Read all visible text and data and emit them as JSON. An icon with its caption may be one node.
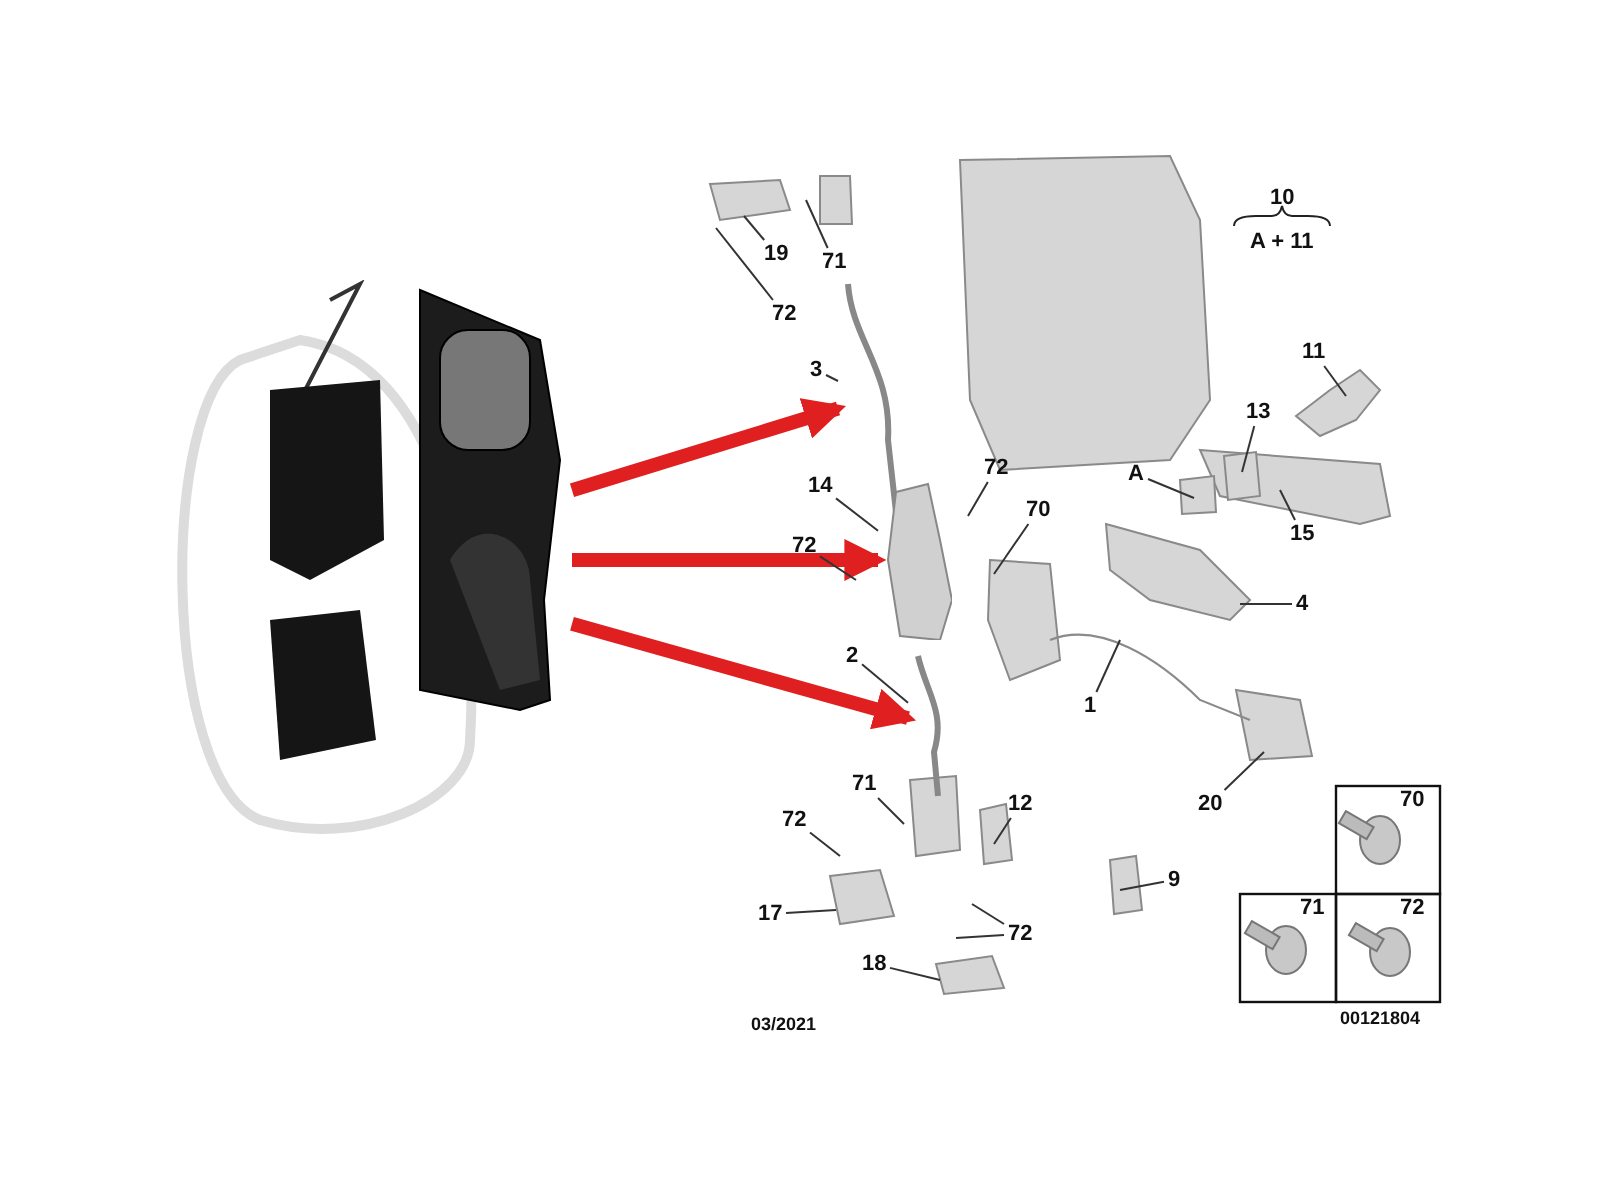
{
  "diagram": {
    "nodes": [
      {
        "text": [],
        "shape": "picture"
      },
      {
        "text": [],
        "shape": "picture"
      },
      {
        "text": [],
        "shape": "picture"
      },
      {
        "text": [],
        "shape": "picture"
      },
      {
        "text": [
          "19"
        ]
      },
      {
        "text": [
          "71"
        ]
      },
      {
        "text": [
          "72"
        ]
      },
      {
        "text": [
          "3"
        ]
      },
      {
        "text": [
          "14"
        ]
      },
      {
        "text": [
          "72"
        ]
      },
      {
        "text": [
          "72"
        ]
      },
      {
        "text": [
          "70"
        ]
      },
      {
        "text": [
          "A"
        ]
      },
      {
        "text": [
          "13"
        ]
      },
      {
        "text": [
          "11"
        ]
      },
      {
        "text": [
          "15"
        ]
      },
      {
        "text": [
          "4"
        ]
      },
      {
        "text": [
          "1"
        ]
      },
      {
        "text": [
          "2"
        ]
      },
      {
        "text": [
          "20"
        ]
      },
      {
        "text": [
          "71"
        ]
      },
      {
        "text": [
          "72"
        ]
      },
      {
        "text": [
          "12"
        ]
      },
      {
        "text": [
          "17"
        ]
      },
      {
        "text": [
          "72"
        ]
      },
      {
        "text": [
          "9"
        ]
      },
      {
        "text": [
          "18"
        ]
      }
    ],
    "edges": [
      {
        "from": 0,
        "to": 1,
        "arrow": "to",
        "style": "thick",
        "color": "#e02020"
      },
      {
        "from": 0,
        "to": 2,
        "arrow": "to",
        "style": "thick",
        "color": "#e02020"
      },
      {
        "from": 0,
        "to": 3,
        "arrow": "to",
        "style": "thick",
        "color": "#e02020"
      },
      {
        "from": 4,
        "to": null,
        "arrow": "none"
      },
      {
        "from": 5,
        "to": null,
        "arrow": "none"
      },
      {
        "from": 6,
        "to": null,
        "arrow": "none"
      },
      {
        "from": 7,
        "to": 1,
        "arrow": "none"
      },
      {
        "from": 8,
        "to": 2,
        "arrow": "none"
      },
      {
        "from": 9,
        "to": null,
        "arrow": "none"
      },
      {
        "from": 10,
        "to": null,
        "arrow": "none"
      },
      {
        "from": 11,
        "to": null,
        "arrow": "none"
      },
      {
        "from": 12,
        "to": null,
        "arrow": "none"
      },
      {
        "from": 13,
        "to": null,
        "arrow": "none"
      },
      {
        "from": 14,
        "to": null,
        "arrow": "none"
      },
      {
        "from": 15,
        "to": null,
        "arrow": "none"
      },
      {
        "from": 16,
        "to": null,
        "arrow": "none"
      },
      {
        "from": 17,
        "to": null,
        "arrow": "none"
      },
      {
        "from": 18,
        "to": 3,
        "arrow": "none"
      },
      {
        "from": 19,
        "to": null,
        "arrow": "none"
      },
      {
        "from": 20,
        "to": null,
        "arrow": "none"
      },
      {
        "from": 21,
        "to": null,
        "arrow": "none"
      },
      {
        "from": 22,
        "to": null,
        "arrow": "none"
      },
      {
        "from": 23,
        "to": null,
        "arrow": "none"
      },
      {
        "from": 24,
        "to": null,
        "arrow": "none"
      },
      {
        "from": 24,
        "to": null,
        "arrow": "none"
      },
      {
        "from": 25,
        "to": null,
        "arrow": "none"
      },
      {
        "from": 26,
        "to": null,
        "arrow": "none"
      }
    ],
    "labels": [
      "10",
      "A + 11",
      "70",
      "71",
      "72",
      "00121804",
      "03/2021"
    ]
  }
}
